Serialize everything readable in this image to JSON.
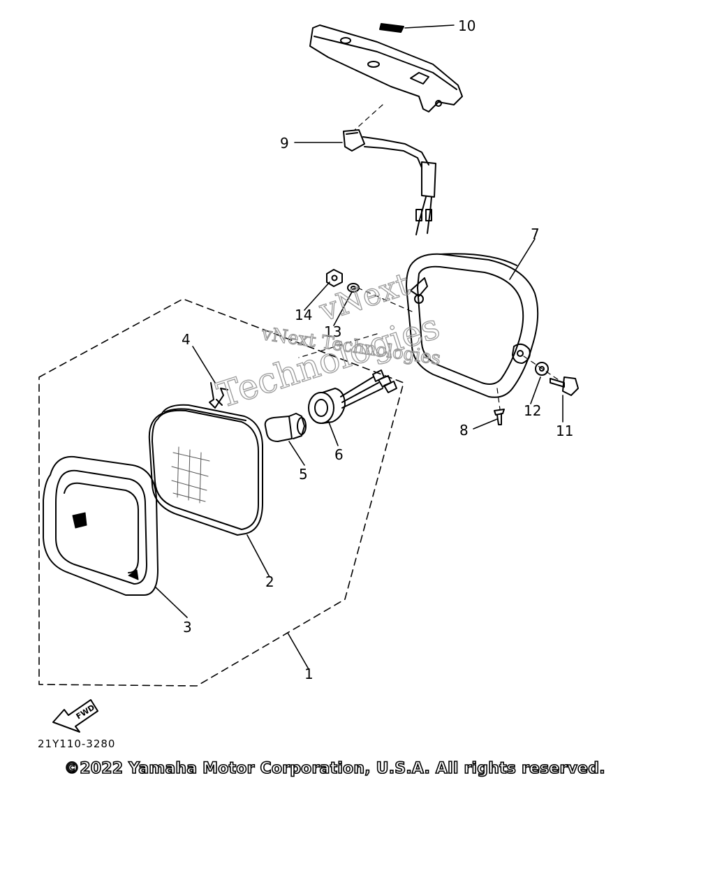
{
  "callouts": [
    {
      "id": "1",
      "label": "1"
    },
    {
      "id": "2",
      "label": "2"
    },
    {
      "id": "3",
      "label": "3"
    },
    {
      "id": "4",
      "label": "4"
    },
    {
      "id": "5",
      "label": "5"
    },
    {
      "id": "6",
      "label": "6"
    },
    {
      "id": "7",
      "label": "7"
    },
    {
      "id": "8",
      "label": "8"
    },
    {
      "id": "9",
      "label": "9"
    },
    {
      "id": "10",
      "label": "10"
    },
    {
      "id": "11",
      "label": "11"
    },
    {
      "id": "12",
      "label": "12"
    },
    {
      "id": "13",
      "label": "13"
    },
    {
      "id": "14",
      "label": "14"
    }
  ],
  "fwd_label": "FWD",
  "diagram_code": "21Y110-3280",
  "copyright": "©2022 Yamaha Motor Corporation, U.S.A. All rights reserved.",
  "watermark": {
    "line1": "vNext Technologies",
    "line2": "vNext",
    "line3": "Technologies"
  }
}
